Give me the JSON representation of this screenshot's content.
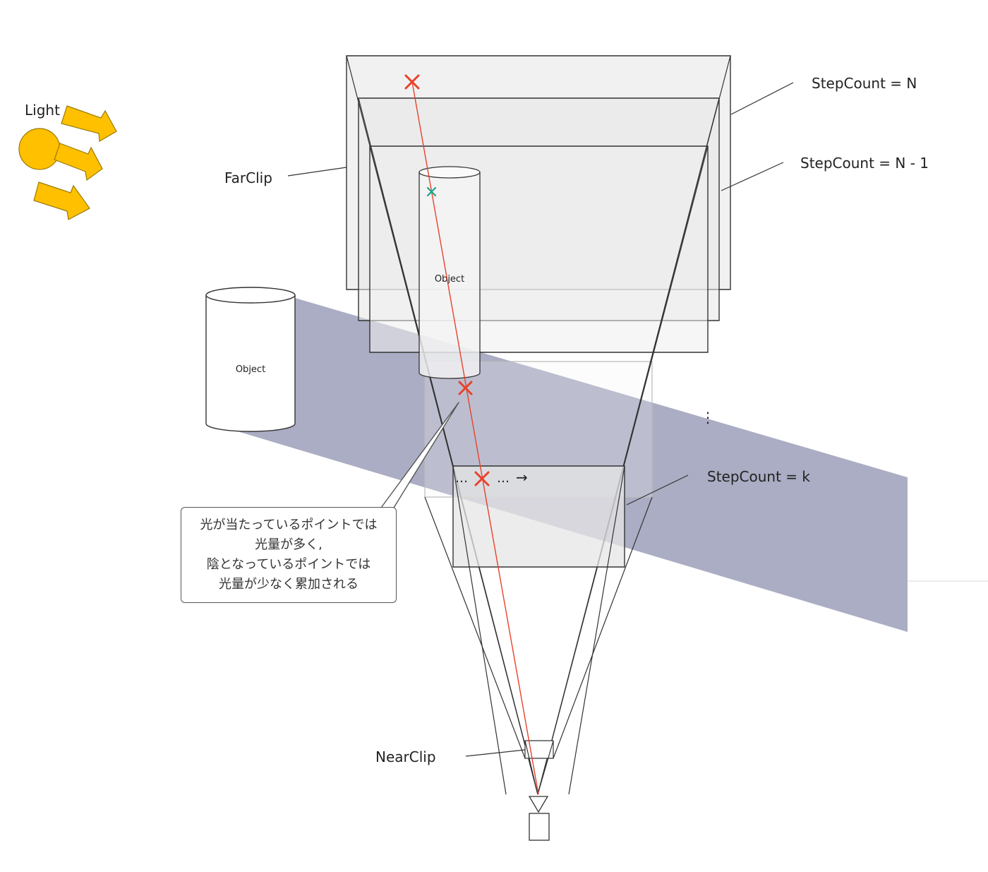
{
  "labels": {
    "light": "Light",
    "far_clip": "FarClip",
    "near_clip": "NearClip",
    "step_n": "StepCount = N",
    "step_n1": "StepCount = N - 1",
    "step_k": "StepCount = k",
    "object_tall": "Object",
    "object_left": "Object",
    "dots_left": "…",
    "dots_right": "…",
    "arrow": "→",
    "vdots": "⋮"
  },
  "callout": {
    "lines": [
      "光が当たっているポイントでは",
      "光量が多く,",
      "陰となっているポイントでは",
      "光量が少なく累加される"
    ]
  },
  "colors": {
    "light": "#ffc000",
    "light_stroke": "#9a7a00",
    "shadow": "#9b9fb9",
    "ray": "#e8422b",
    "sample_mark": "#e8422b",
    "lit_mark": "#1aa58c",
    "frame_fill": "#e6e6e6",
    "line": "#333333"
  },
  "icons": [
    "light-source-icon",
    "light-arrow-icon",
    "camera-icon",
    "cross-marker-icon"
  ]
}
